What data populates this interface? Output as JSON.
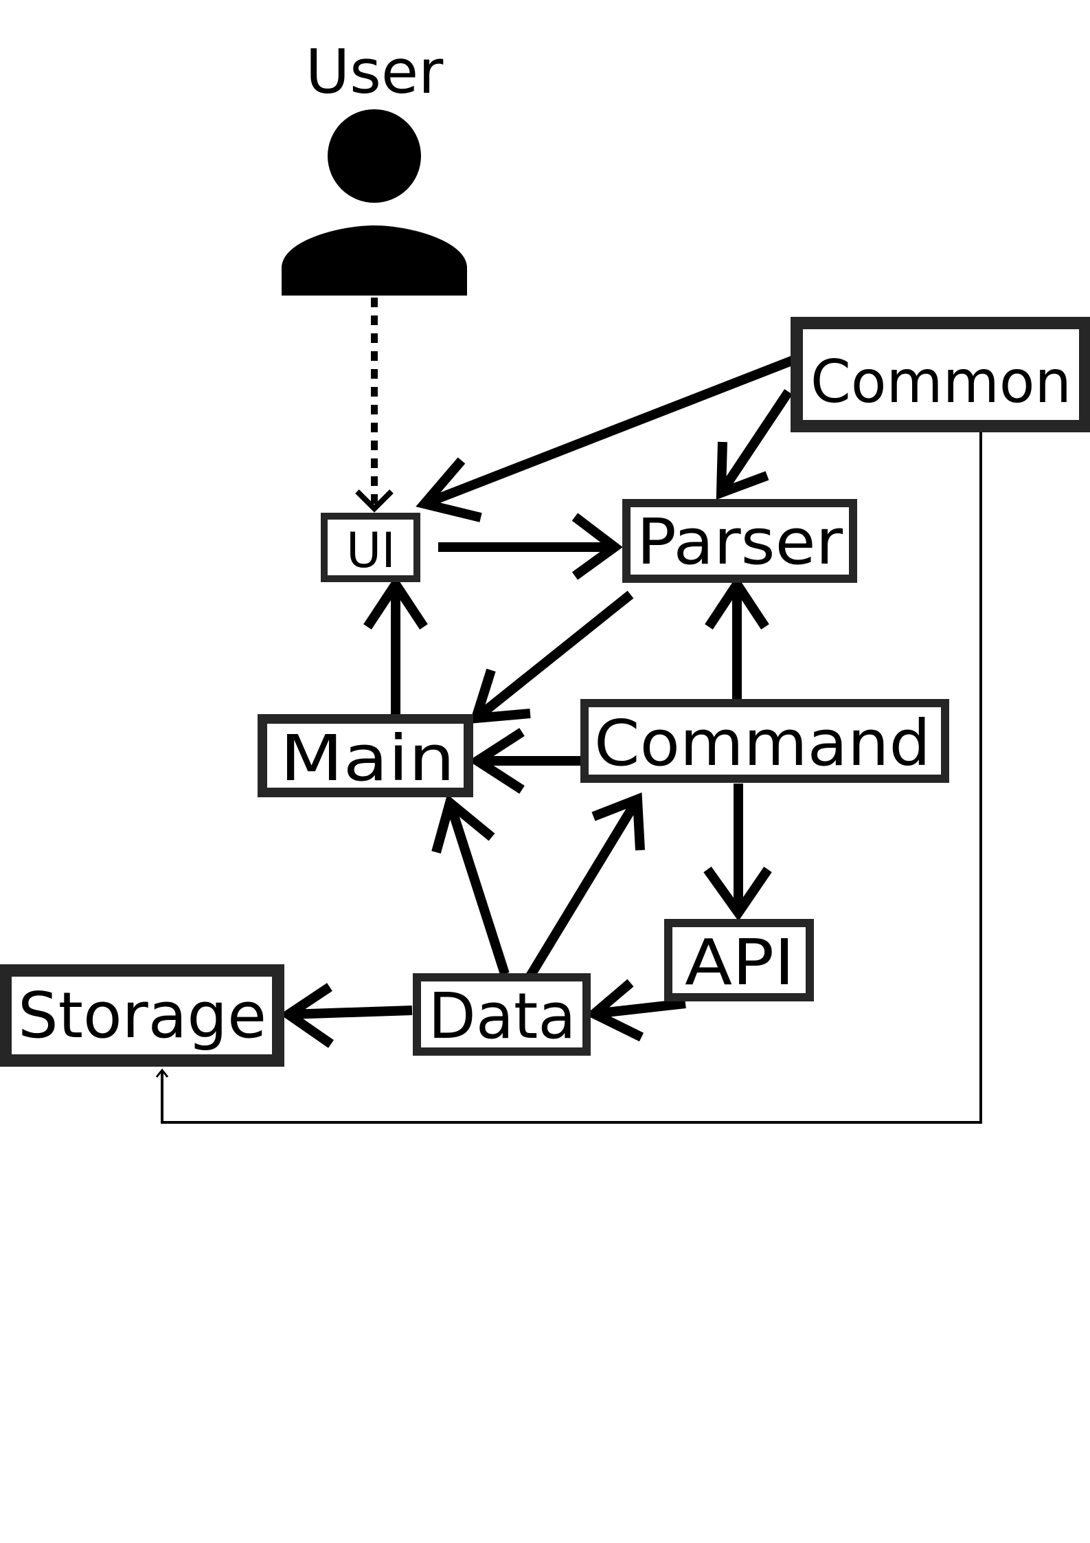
{
  "actor": {
    "label": "User",
    "icon": "user-icon"
  },
  "components": {
    "ui": "UI",
    "parser": "Parser",
    "common": "Common",
    "main": "Main",
    "command": "Command",
    "api": "API",
    "data": "Data",
    "storage": "Storage"
  },
  "edges": [
    {
      "from": "User",
      "to": "UI",
      "style": "dashed"
    },
    {
      "from": "Common",
      "to": "UI",
      "style": "solid"
    },
    {
      "from": "Common",
      "to": "Parser",
      "style": "solid"
    },
    {
      "from": "UI",
      "to": "Parser",
      "style": "solid"
    },
    {
      "from": "Parser",
      "to": "Main",
      "style": "solid"
    },
    {
      "from": "Main",
      "to": "UI",
      "style": "solid"
    },
    {
      "from": "Command",
      "to": "Parser",
      "style": "solid"
    },
    {
      "from": "Command",
      "to": "Main",
      "style": "solid"
    },
    {
      "from": "Command",
      "to": "API",
      "style": "solid"
    },
    {
      "from": "Data",
      "to": "Main",
      "style": "solid"
    },
    {
      "from": "Data",
      "to": "Command",
      "style": "solid"
    },
    {
      "from": "API",
      "to": "Data",
      "style": "solid"
    },
    {
      "from": "Data",
      "to": "Storage",
      "style": "solid"
    },
    {
      "from": "Common",
      "to": "Storage",
      "style": "thin"
    }
  ],
  "colors": {
    "stroke": "#000000",
    "box_border": "#262626",
    "background": "#ffffff"
  }
}
